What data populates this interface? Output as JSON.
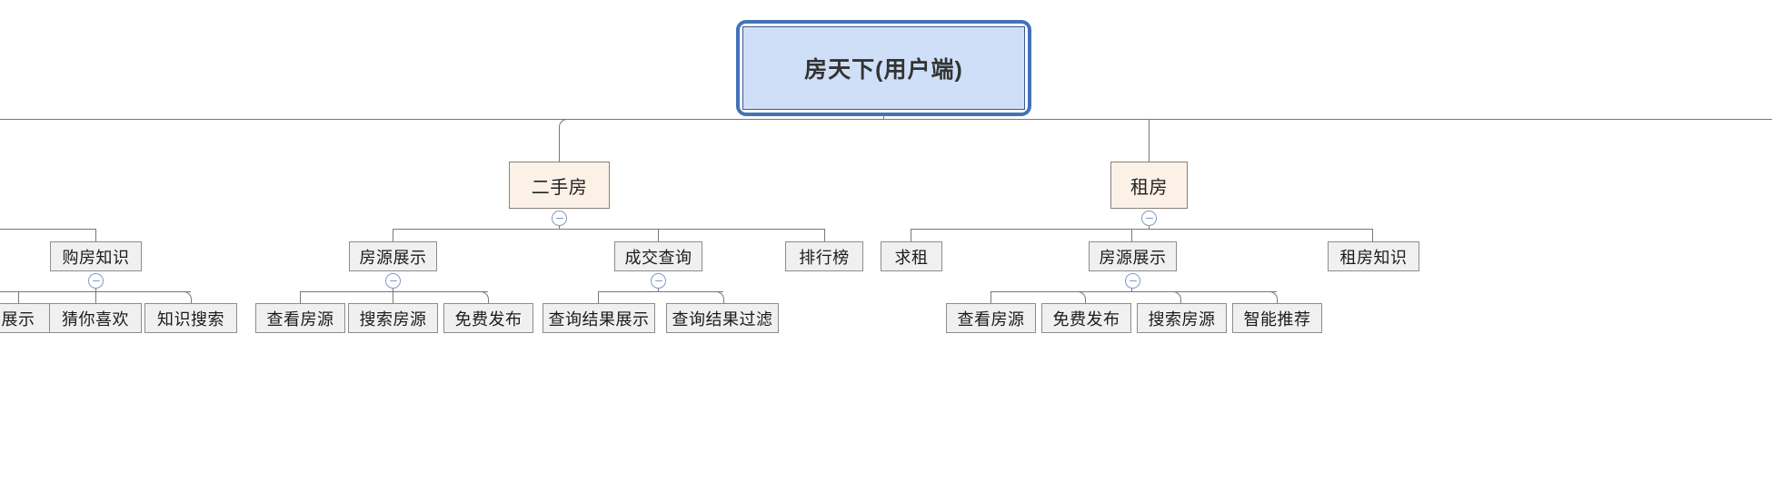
{
  "diagram": {
    "title": "房天下(用户端)",
    "type": "tree-mindmap",
    "colors": {
      "root_border": "#4472B8",
      "root_fill": "#CFDFF8",
      "branch_fill": "#FCF1E7",
      "branch_border": "#8A8176",
      "node_fill": "#F0F0F0",
      "node_border": "#8C8C8C",
      "connector": "#787878",
      "toggle": "#8496C8"
    }
  },
  "root": {
    "label": "房天下(用户端)"
  },
  "branches": [
    {
      "label": "二手房",
      "toggle": "collapse-minus"
    },
    {
      "label": "租房",
      "toggle": "collapse-minus"
    }
  ],
  "level2": [
    {
      "label": "购房知识",
      "toggle": "collapse-minus"
    },
    {
      "label": "房源展示",
      "toggle": "collapse-minus"
    },
    {
      "label": "成交查询",
      "toggle": "collapse-minus"
    },
    {
      "label": "排行榜",
      "toggle": null
    },
    {
      "label": "求租",
      "toggle": null
    },
    {
      "label": "房源展示",
      "toggle": "collapse-minus"
    },
    {
      "label": "租房知识",
      "toggle": null
    }
  ],
  "leaves": [
    {
      "label": "展示"
    },
    {
      "label": "猜你喜欢"
    },
    {
      "label": "知识搜索"
    },
    {
      "label": "查看房源"
    },
    {
      "label": "搜索房源"
    },
    {
      "label": "免费发布"
    },
    {
      "label": "查询结果展示"
    },
    {
      "label": "查询结果过滤"
    },
    {
      "label": "查看房源"
    },
    {
      "label": "免费发布"
    },
    {
      "label": "搜索房源"
    },
    {
      "label": "智能推荐"
    }
  ],
  "toggle_glyph": "−"
}
